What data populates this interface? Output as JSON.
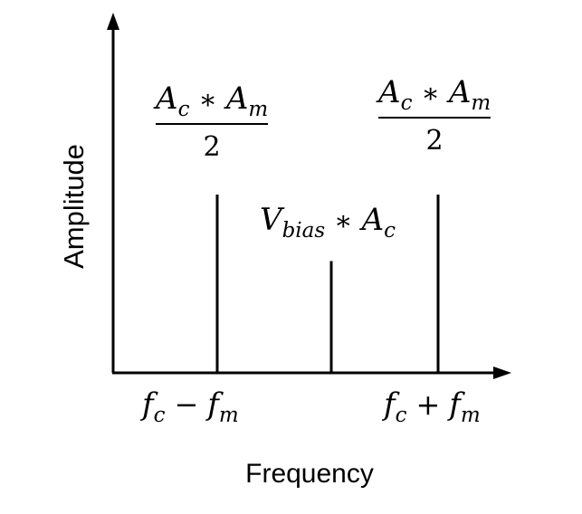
{
  "axes": {
    "y_label": "Amplitude",
    "x_label": "Frequency"
  },
  "spectral_lines": [
    {
      "name": "lower-sideband",
      "relative_height": 0.67
    },
    {
      "name": "carrier",
      "relative_height": 0.42
    },
    {
      "name": "upper-sideband",
      "relative_height": 0.67
    }
  ],
  "labels": {
    "lower_amp": {
      "num_a": "A",
      "num_a_sub": "c",
      "op": "∗",
      "num_b": "A",
      "num_b_sub": "m",
      "den": "2"
    },
    "upper_amp": {
      "num_a": "A",
      "num_a_sub": "c",
      "op": "∗",
      "num_b": "A",
      "num_b_sub": "m",
      "den": "2"
    },
    "carrier_amp": {
      "a": "V",
      "a_sub": "bias",
      "op": "∗",
      "b": "A",
      "b_sub": "c"
    },
    "lower_freq": {
      "a": "f",
      "a_sub": "c",
      "op": "−",
      "b": "f",
      "b_sub": "m"
    },
    "upper_freq": {
      "a": "f",
      "a_sub": "c",
      "op": "+",
      "b": "f",
      "b_sub": "m"
    }
  }
}
